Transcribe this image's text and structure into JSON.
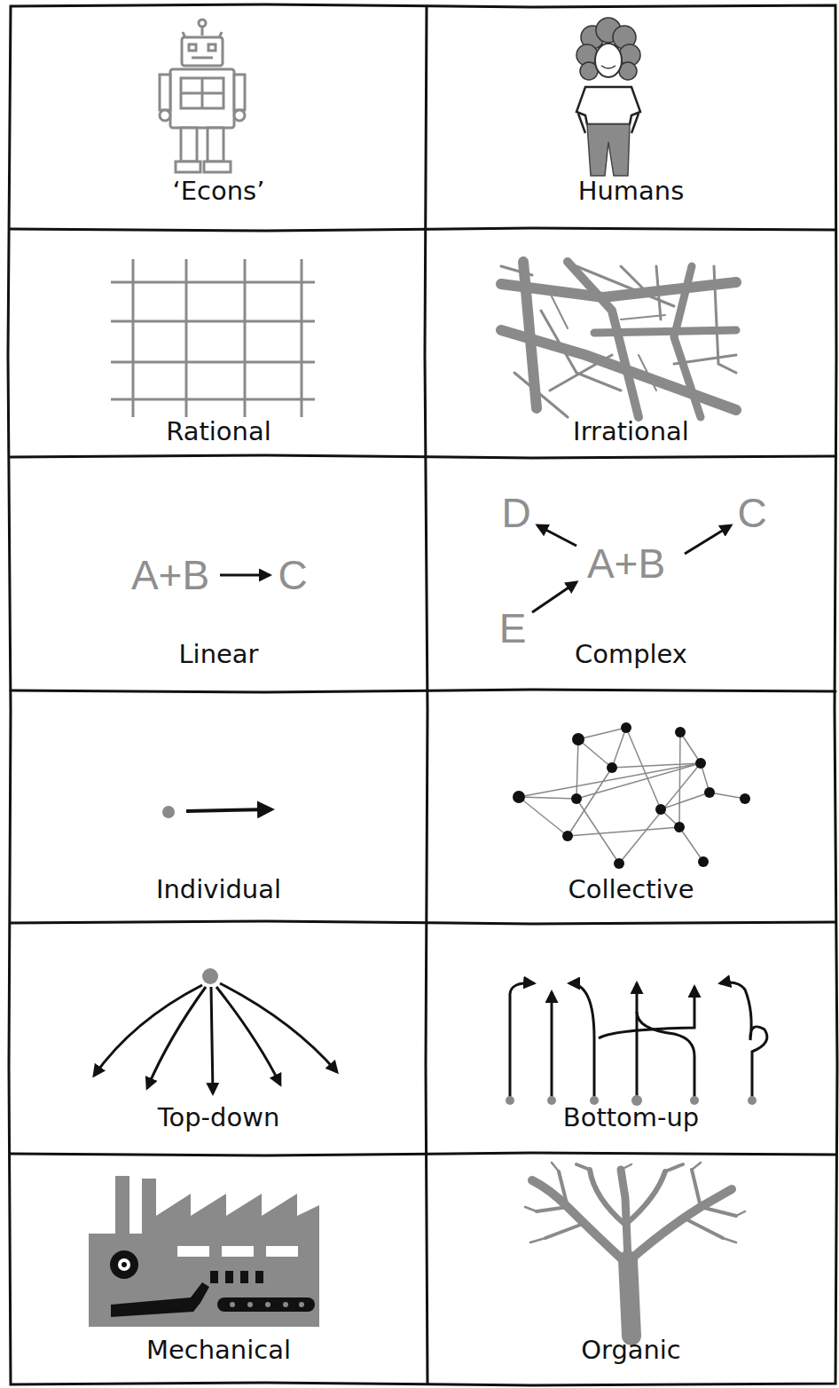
{
  "diagram": {
    "nodes": [
      {
        "text": [
          "‘Econs’"
        ]
      },
      {
        "text": [
          "Humans"
        ]
      },
      {
        "text": [
          "Rational"
        ]
      },
      {
        "text": [
          "Irrational"
        ]
      },
      {
        "text": [
          "Linear"
        ]
      },
      {
        "text": [
          "Complex"
        ]
      },
      {
        "text": [
          "Individual"
        ]
      },
      {
        "text": [
          "Collective"
        ]
      },
      {
        "text": [
          "Top-down"
        ]
      },
      {
        "text": [
          "Bottom-up"
        ]
      },
      {
        "text": [
          "Mechanical"
        ]
      },
      {
        "text": [
          "Organic"
        ]
      }
    ],
    "labels": [
      "A+B",
      "C",
      "D",
      "C",
      "A+B",
      "E"
    ]
  }
}
